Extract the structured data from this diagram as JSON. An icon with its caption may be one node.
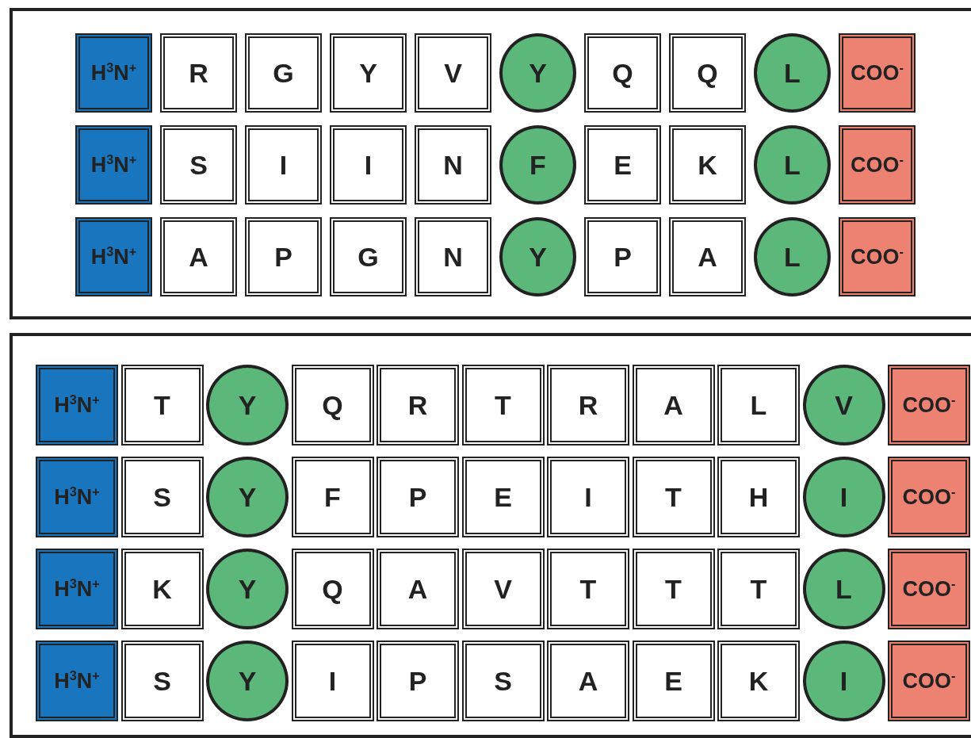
{
  "diagram": {
    "nodes": [
      {
        "text": [],
        "shape": "box"
      },
      {
        "text": [
          "H$^{3}$N$^{+}$"
        ],
        "in": 0
      },
      {
        "text": [
          "R"
        ],
        "in": 0
      },
      {
        "text": [
          "G"
        ],
        "in": 0
      },
      {
        "text": [
          "Y"
        ],
        "in": 0
      },
      {
        "text": [
          "V"
        ],
        "in": 0
      },
      {
        "text": [
          "Y"
        ],
        "in": 0
      },
      {
        "text": [
          "Q"
        ],
        "in": 0
      },
      {
        "text": [
          "Q"
        ],
        "in": 0
      },
      {
        "text": [
          "L"
        ],
        "in": 0
      },
      {
        "text": [
          "COO$^{-}$"
        ],
        "in": 0
      },
      {
        "text": [
          "H$^{3}$N$^{+}$"
        ],
        "in": 0
      },
      {
        "text": [
          "S"
        ],
        "in": 0
      },
      {
        "text": [
          "I"
        ],
        "in": 0
      },
      {
        "text": [
          "I"
        ],
        "in": 0
      },
      {
        "text": [
          "N"
        ],
        "in": 0
      },
      {
        "text": [
          "F"
        ],
        "in": 0
      },
      {
        "text": [
          "E"
        ],
        "in": 0
      },
      {
        "text": [
          "K"
        ],
        "in": 0
      },
      {
        "text": [
          "L"
        ],
        "in": 0
      },
      {
        "text": [
          "COO$^{-}$"
        ],
        "in": 0
      },
      {
        "text": [
          "H$^{3}$N$^{+}$"
        ],
        "in": 0
      },
      {
        "text": [
          "A"
        ],
        "in": 0
      },
      {
        "text": [
          "P"
        ],
        "in": 0
      },
      {
        "text": [
          "G"
        ],
        "in": 0
      },
      {
        "text": [
          "N"
        ],
        "in": 0
      },
      {
        "text": [
          "Y"
        ],
        "in": 0
      },
      {
        "text": [
          "P"
        ],
        "in": 0
      },
      {
        "text": [
          "A"
        ],
        "in": 0
      },
      {
        "text": [
          "L"
        ],
        "in": 0
      },
      {
        "text": [
          "COO$^{-}$"
        ],
        "in": 0
      },
      {
        "text": [],
        "shape": "box"
      },
      {
        "text": [
          "H$^{3}$N$^{+}$"
        ],
        "in": 31
      },
      {
        "text": [
          "T"
        ],
        "in": 31
      },
      {
        "text": [
          "Y"
        ],
        "in": 31
      },
      {
        "text": [
          "Q"
        ],
        "in": 31
      },
      {
        "text": [
          "R"
        ],
        "in": 31
      },
      {
        "text": [
          "T"
        ],
        "in": 31
      },
      {
        "text": [
          "R"
        ],
        "in": 31
      },
      {
        "text": [
          "A"
        ],
        "in": 31
      },
      {
        "text": [
          "L"
        ],
        "in": 31
      },
      {
        "text": [
          "V"
        ],
        "in": 31
      },
      {
        "text": [
          "COO$^{-}$"
        ],
        "in": 31
      },
      {
        "text": [
          "H$^{3}$N$^{+}$"
        ],
        "in": 31
      },
      {
        "text": [
          "S"
        ],
        "in": 31
      },
      {
        "text": [
          "Y"
        ],
        "in": 31
      },
      {
        "text": [
          "F"
        ],
        "in": 31
      },
      {
        "text": [
          "P"
        ],
        "in": 31
      },
      {
        "text": [
          "E"
        ],
        "in": 31
      },
      {
        "text": [
          "I"
        ],
        "in": 31
      },
      {
        "text": [
          "T"
        ],
        "in": 31
      },
      {
        "text": [
          "H"
        ],
        "in": 31
      },
      {
        "text": [
          "I"
        ],
        "in": 31
      },
      {
        "text": [
          "COO$^{-}$"
        ],
        "in": 31
      },
      {
        "text": [
          "H$^{3}$N$^{+}$"
        ],
        "in": 31
      },
      {
        "text": [
          "K"
        ],
        "in": 31
      },
      {
        "text": [
          "Y"
        ],
        "in": 31
      },
      {
        "text": [
          "Q"
        ],
        "in": 31
      },
      {
        "text": [
          "A"
        ],
        "in": 31
      },
      {
        "text": [
          "V"
        ],
        "in": 31
      },
      {
        "text": [
          "T"
        ],
        "in": 31
      },
      {
        "text": [
          "T"
        ],
        "in": 31
      },
      {
        "text": [
          "T"
        ],
        "in": 31
      },
      {
        "text": [
          "L"
        ],
        "in": 31
      },
      {
        "text": [
          "COO$^{-}$"
        ],
        "in": 31
      },
      {
        "text": [
          "H$^{3}$N$^{+}$"
        ],
        "in": 31
      },
      {
        "text": [
          "S"
        ],
        "in": 31
      },
      {
        "text": [
          "Y"
        ],
        "in": 31
      },
      {
        "text": [
          "I"
        ],
        "in": 31
      },
      {
        "text": [
          "P"
        ],
        "in": 31
      },
      {
        "text": [
          "S"
        ],
        "in": 31
      },
      {
        "text": [
          "A"
        ],
        "in": 31
      },
      {
        "text": [
          "E"
        ],
        "in": 31
      },
      {
        "text": [
          "K"
        ],
        "in": 31
      },
      {
        "text": [
          "I"
        ],
        "in": 31
      },
      {
        "text": [
          "COO$^{-}$"
        ],
        "in": 31
      }
    ]
  }
}
